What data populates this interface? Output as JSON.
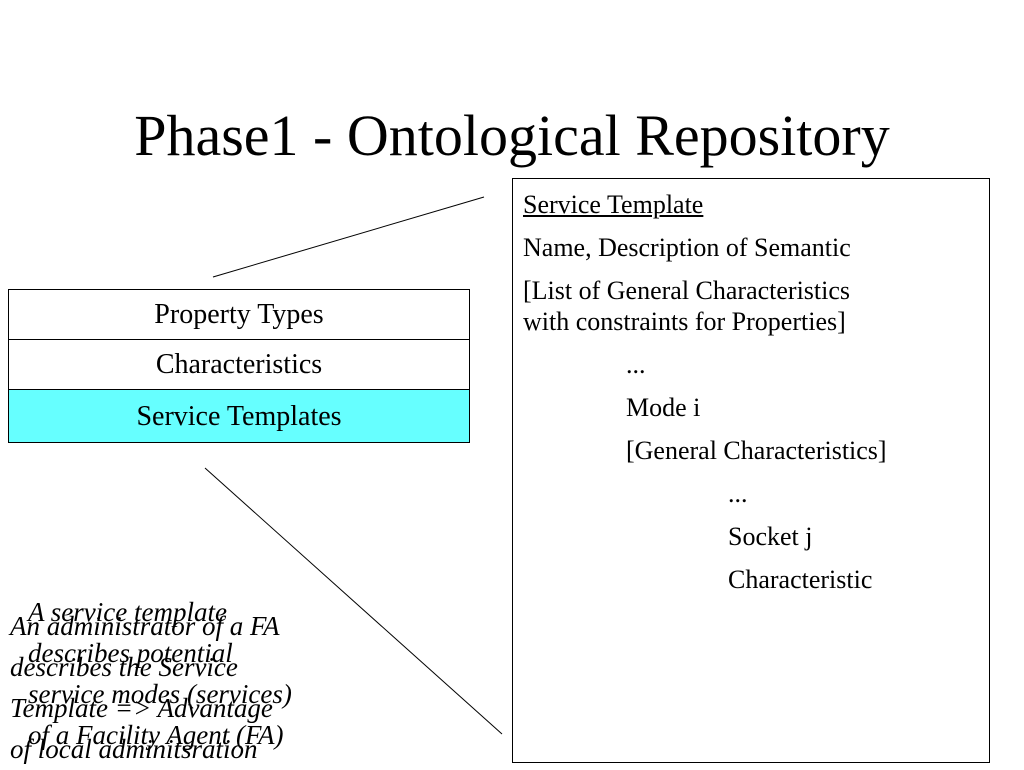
{
  "slide": {
    "title": "Phase1 - Ontological Repository"
  },
  "stack": {
    "items": [
      {
        "label": "Property Types"
      },
      {
        "label": "Characteristics"
      },
      {
        "label": "Service Templates"
      }
    ],
    "highlight_color": "#66ffff"
  },
  "detail": {
    "heading": "Service Template",
    "line1": "Name, Description of Semantic",
    "line2a": "[List of General Characteristics",
    "line2b": "with constraints for Properties]",
    "ellipsis1": "...",
    "mode": " Mode i",
    "general": "[General Characteristics]",
    "ellipsis2": "...",
    "socket": "Socket j",
    "characteristic": "Characteristic"
  },
  "notes": {
    "a": [
      "A service template",
      " describes potential",
      " service modes (services)",
      " of a Facility Agent (FA)"
    ],
    "b": [
      "An administrator of a FA",
      "describes the Service",
      "Template => Advantage",
      "of local adminitsration"
    ]
  }
}
